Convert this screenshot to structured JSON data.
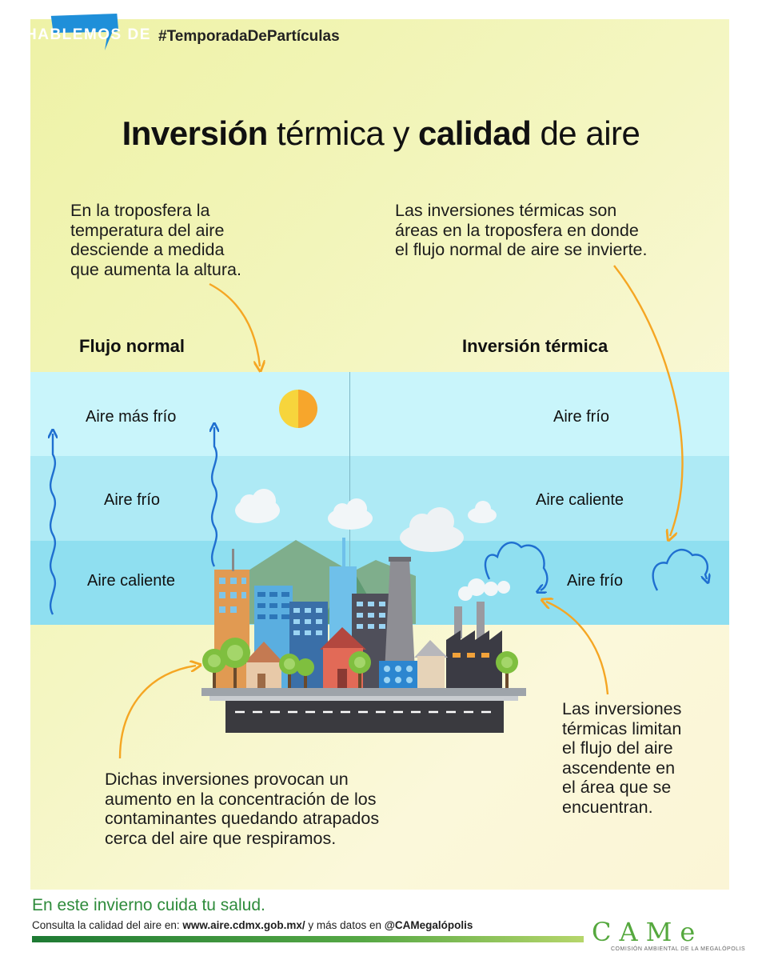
{
  "header": {
    "badge": "HABLEMOS DE",
    "hashtag": "#TemporadaDePartículas"
  },
  "title": {
    "part1": "Inversión",
    "part2": " térmica y ",
    "part3": "calidad",
    "part4": " de aire"
  },
  "intro_left": [
    "En la troposfera la",
    "temperatura del aire",
    "desciende a medida",
    "que aumenta la altura."
  ],
  "intro_right": [
    "Las inversiones térmicas son",
    "áreas en la troposfera en donde",
    "el flujo normal de aire se invierte."
  ],
  "normal_flow": {
    "heading": "Flujo normal",
    "layers": [
      "Aire más frío",
      "Aire frío",
      "Aire caliente"
    ]
  },
  "inversion": {
    "heading": "Inversión térmica",
    "layers": [
      "Aire frío",
      "Aire caliente",
      "Aire frío"
    ]
  },
  "note_left": [
    "Dichas inversiones provocan un",
    "aumento en la concentración de los",
    "contaminantes quedando atrapados",
    "cerca del aire que respiramos."
  ],
  "note_right": [
    "Las inversiones",
    "térmicas limitan",
    "el flujo del aire",
    "ascendente en",
    "el área que se",
    "encuentran."
  ],
  "footer": {
    "slogan": "En este invierno cuida tu salud.",
    "consult_prefix": "Consulta la calidad del aire en: ",
    "url": "www.aire.cdmx.gob.mx/",
    "consult_mid": " y más datos en ",
    "handle": "@CAMegalópolis",
    "logo_text": "CAMe",
    "logo_tagline": "COMISIÓN AMBIENTAL DE LA MEGALÓPOLIS"
  },
  "colors": {
    "badge_blue": "#1f8fd9",
    "band_top": "#c9f5fb",
    "band_mid": "#ace9f4",
    "band_bottom": "#8fdff0",
    "arrow_orange": "#f5a623",
    "wave_blue": "#1f6fd0",
    "footer_green": "#2e8b3b"
  },
  "icons": [
    "sun-icon",
    "cloud-icon",
    "orange-arrow-icon",
    "wavy-up-arrow-icon",
    "city-illustration"
  ]
}
